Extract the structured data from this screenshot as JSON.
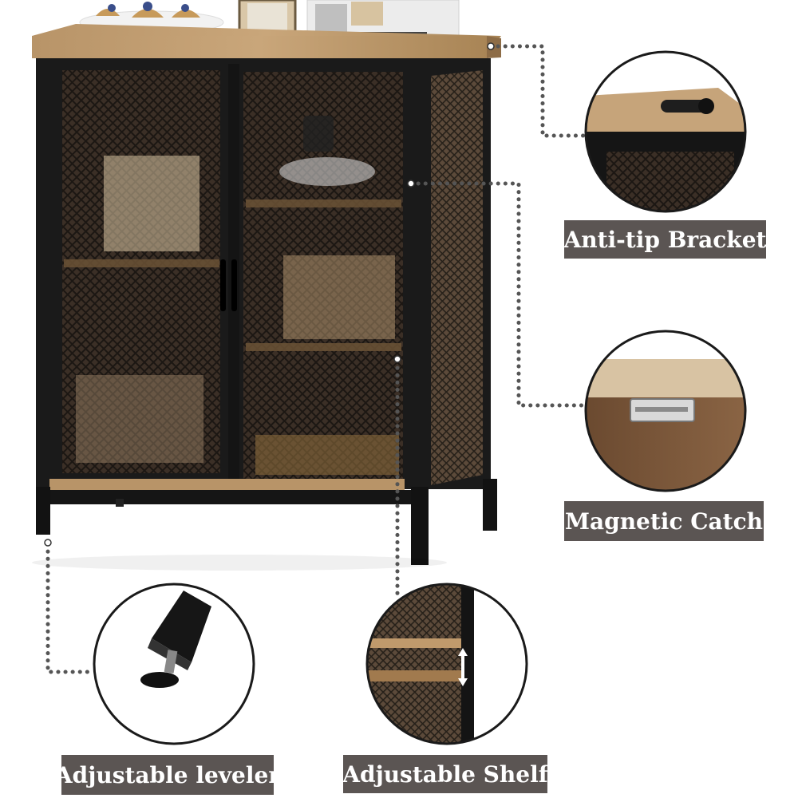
{
  "features": [
    {
      "id": "anti-tip",
      "label": "Anti-tip Bracket"
    },
    {
      "id": "magnetic-catch",
      "label": "Magnetic Catch"
    },
    {
      "id": "leveler",
      "label": "Adjustable leveler"
    },
    {
      "id": "shelf",
      "label": "Adjustable Shelf"
    }
  ],
  "colors": {
    "label_bg": "#5b5553",
    "label_text": "#ffffff",
    "frame": "#1a1a1a",
    "wood": "#a8865a",
    "dotted_line": "#555555"
  }
}
